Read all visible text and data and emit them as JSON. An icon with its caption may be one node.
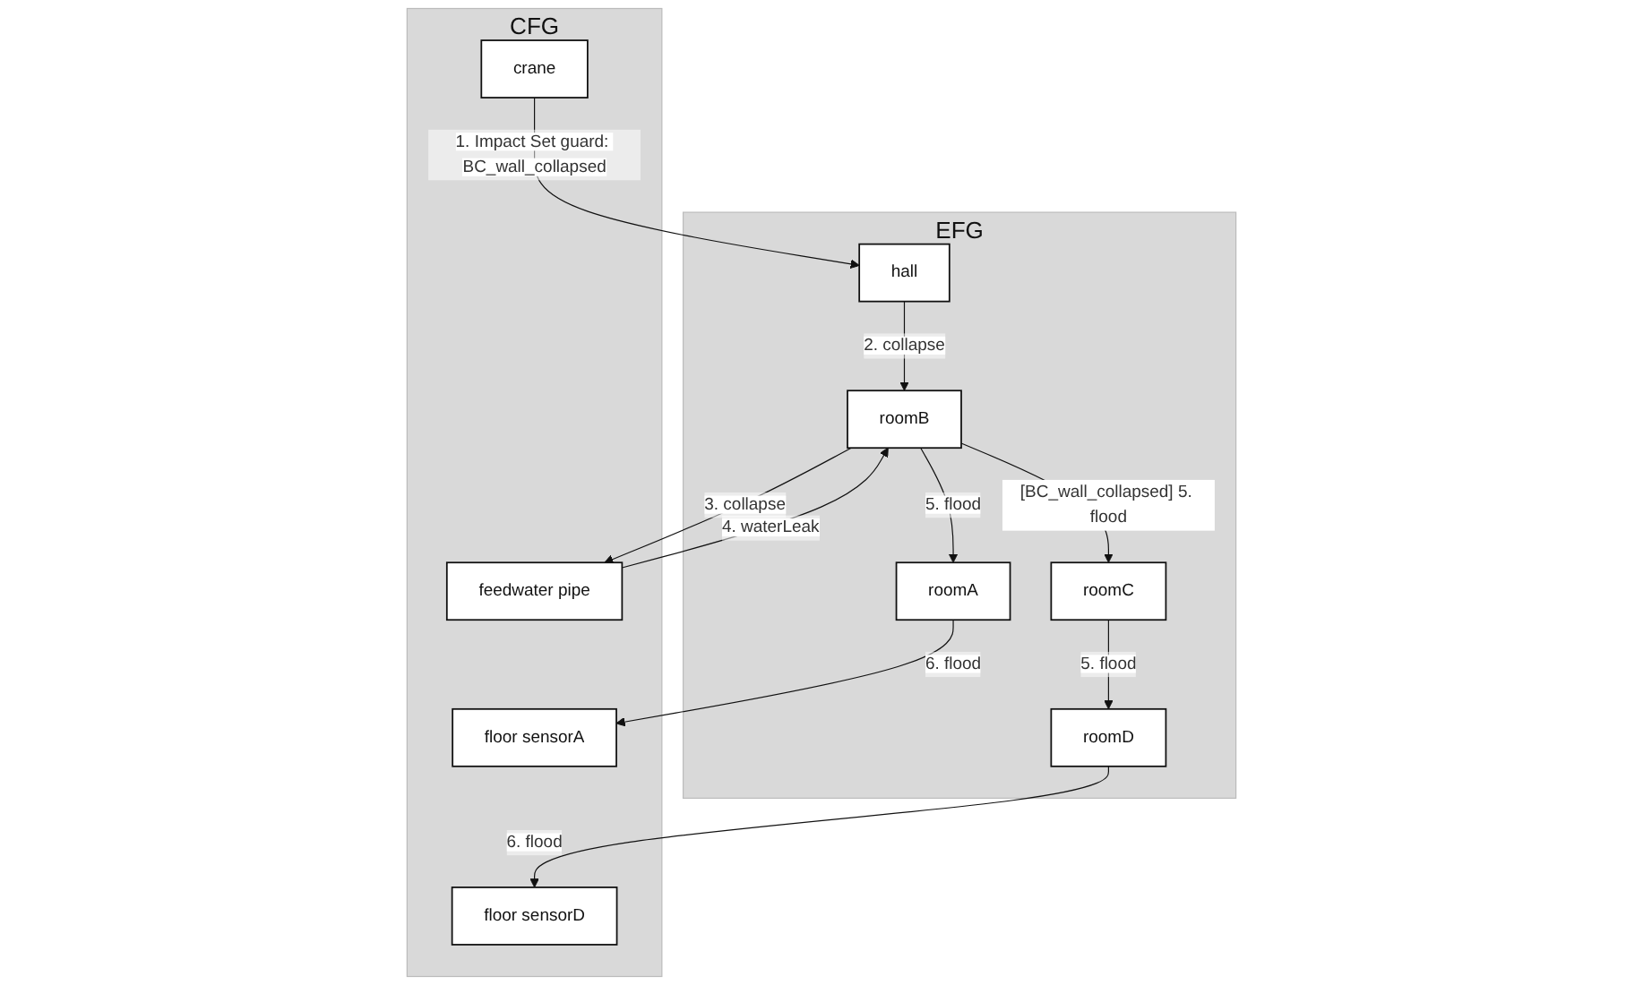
{
  "diagram": {
    "nodes": [
      {
        "text": [
          "EFG"
        ]
      },
      {
        "text": [
          "roomA"
        ],
        "in": 0
      },
      {
        "text": [
          "hall"
        ],
        "in": 0
      },
      {
        "text": [
          "roomB"
        ],
        "in": 0
      },
      {
        "text": [
          "roomC"
        ],
        "in": 0
      },
      {
        "text": [
          "roomD"
        ],
        "in": 0
      },
      {
        "text": [
          "CFG"
        ]
      },
      {
        "text": [
          "floor sensorA"
        ],
        "in": 6
      },
      {
        "text": [
          "crane"
        ],
        "in": 6
      },
      {
        "text": [
          "feedwater pipe"
        ],
        "in": 6
      },
      {
        "text": [
          "floor sensorD"
        ],
        "in": 6
      }
    ],
    "edges": [
      {
        "from": 1,
        "to": 7,
        "arrow": "to",
        "label": "6. flood"
      },
      {
        "from": 8,
        "to": 2,
        "arrow": "to",
        "label": "1. Impact Set guard: BC_wall_collapsed"
      },
      {
        "from": 2,
        "to": 3,
        "arrow": "to",
        "label": "2. collapse"
      },
      {
        "from": 3,
        "to": 1,
        "arrow": "to",
        "label": "5. flood"
      },
      {
        "from": 3,
        "to": 9,
        "arrow": "to",
        "label": "3. collapse"
      },
      {
        "from": 9,
        "to": 3,
        "arrow": "to",
        "label": "4. waterLeak"
      },
      {
        "from": 3,
        "to": 4,
        "arrow": "to",
        "label": "[BC_wall_collapsed] 5. flood"
      },
      {
        "from": 4,
        "to": 5,
        "arrow": "to",
        "label": "5. flood"
      },
      {
        "from": 5,
        "to": 10,
        "arrow": "to",
        "label": "6. flood"
      }
    ]
  }
}
